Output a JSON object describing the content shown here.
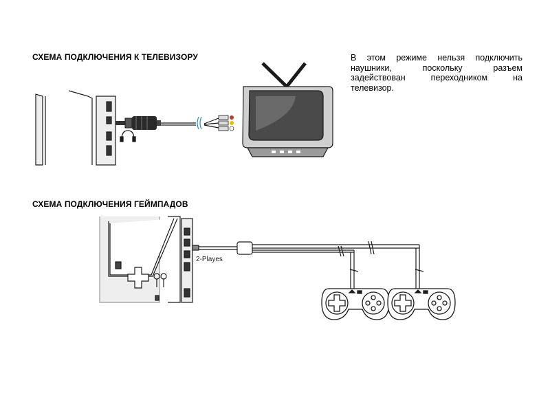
{
  "tv_section": {
    "heading": "СХЕМА ПОДКЛЮЧЕНИЯ К ТЕЛЕВИЗОРУ",
    "note_lines": [
      [
        "В",
        "этом",
        "режиме",
        "нельзя",
        "подключить"
      ],
      [
        "наушники,",
        "поскольку",
        "разъем"
      ],
      [
        "задействован",
        "переходником",
        "на"
      ],
      [
        "телевизор."
      ]
    ]
  },
  "gamepad_section": {
    "heading": "СХЕМА ПОДКЛЮЧЕНИЯ ГЕЙМПАДОВ",
    "port_label": "2-Playes"
  },
  "colors": {
    "line": "#1a1a1a",
    "device_fill": "#eeeeee",
    "screen_fill": "#4a4a4a",
    "rca_red": "#c0392b",
    "rca_yellow": "#e5c100",
    "rca_white": "#f5f5f5"
  }
}
